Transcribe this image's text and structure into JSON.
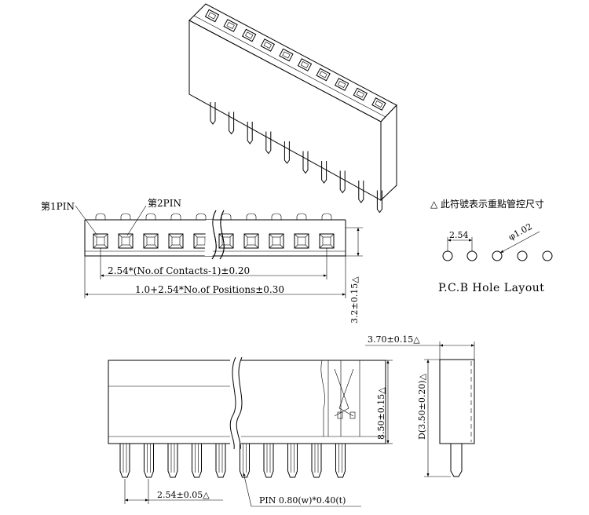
{
  "labels": {
    "pin1": "第1PIN",
    "pin2": "第2PIN",
    "legend": "△ 此符號表示重點管控尺寸",
    "pitch_contacts": "2.54*(No.of Contacts-1)±0.20",
    "total_length": "1.0+2.54*No.of Positions±0.30",
    "height_side": "3.2±0.15△",
    "pcb_pitch": "2.54",
    "pcb_hole": "φ1.02",
    "pcb_title": "P.C.B Hole Layout",
    "width_top": "3.70±0.15△",
    "body_height": "8.50±0.15△",
    "depth": "D(3.50±0.20)△",
    "pin_pitch": "2.54±0.05△",
    "pin_size": "PIN 0.80(w)*0.40(t)"
  }
}
